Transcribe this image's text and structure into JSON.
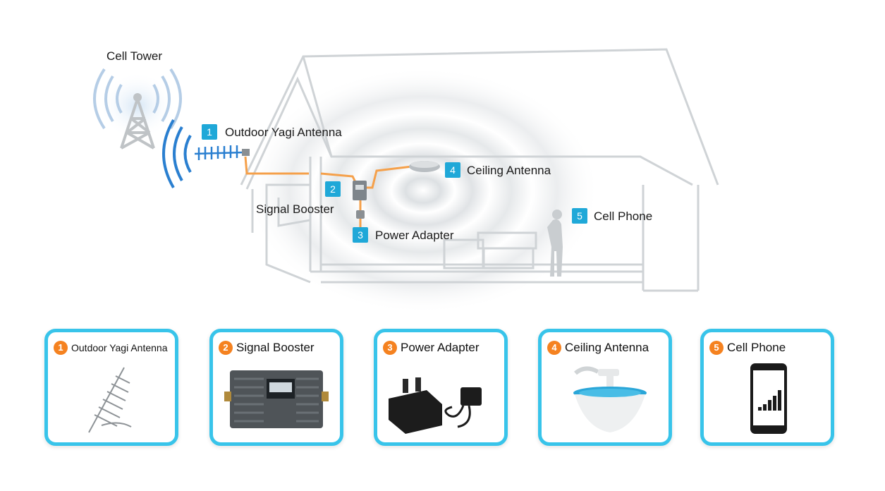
{
  "diagram": {
    "cell_tower_label": "Cell Tower",
    "steps": [
      {
        "num": "1",
        "label": "Outdoor Yagi Antenna"
      },
      {
        "num": "2",
        "label": "Signal Booster"
      },
      {
        "num": "3",
        "label": "Power Adapter"
      },
      {
        "num": "4",
        "label": "Ceiling Antenna"
      },
      {
        "num": "5",
        "label": "Cell Phone"
      }
    ]
  },
  "cards": [
    {
      "num": "1",
      "title": "Outdoor Yagi Antenna"
    },
    {
      "num": "2",
      "title": "Signal Booster"
    },
    {
      "num": "3",
      "title": "Power Adapter"
    },
    {
      "num": "4",
      "title": "Ceiling Antenna"
    },
    {
      "num": "5",
      "title": "Cell Phone"
    }
  ],
  "colors": {
    "accent_blue": "#1fa8d8",
    "card_border": "#38c4ea",
    "cable_orange": "#f5a04a",
    "badge_orange": "#f58220",
    "signal_blue": "#2a7fd0"
  }
}
